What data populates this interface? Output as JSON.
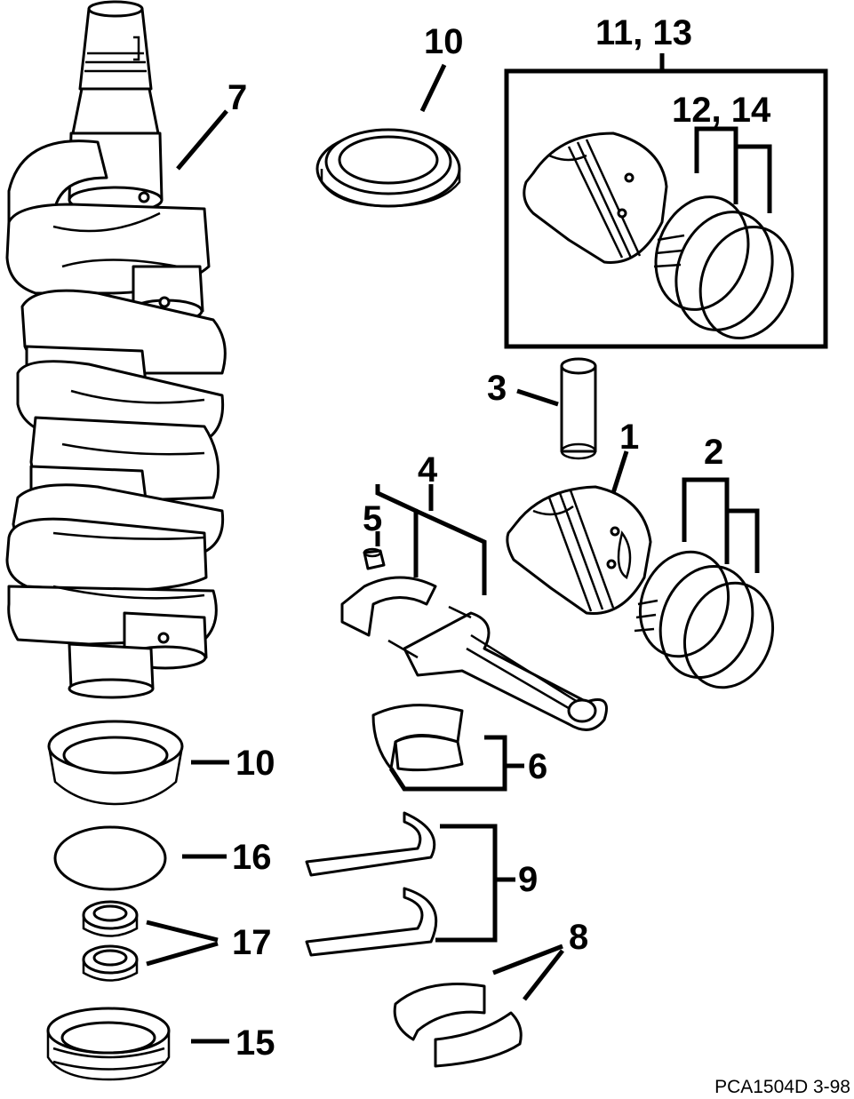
{
  "figure_code": "PCA1504D  3-98",
  "callouts": [
    {
      "id": "7",
      "text": "7"
    },
    {
      "id": "10-top",
      "text": "10"
    },
    {
      "id": "11-13",
      "text": "11, 13"
    },
    {
      "id": "12-14",
      "text": "12, 14"
    },
    {
      "id": "3",
      "text": "3"
    },
    {
      "id": "1",
      "text": "1"
    },
    {
      "id": "2",
      "text": "2"
    },
    {
      "id": "4",
      "text": "4"
    },
    {
      "id": "5",
      "text": "5"
    },
    {
      "id": "6",
      "text": "6"
    },
    {
      "id": "10-bottom",
      "text": "10"
    },
    {
      "id": "16",
      "text": "16"
    },
    {
      "id": "9",
      "text": "9"
    },
    {
      "id": "17",
      "text": "17"
    },
    {
      "id": "8",
      "text": "8"
    },
    {
      "id": "15",
      "text": "15"
    }
  ]
}
